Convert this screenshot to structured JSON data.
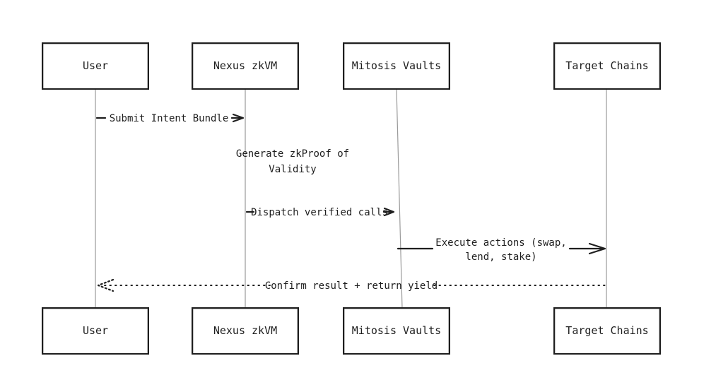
{
  "participants": [
    {
      "label": "User"
    },
    {
      "label": "Nexus zkVM"
    },
    {
      "label": "Mitosis Vaults"
    },
    {
      "label": "Target Chains"
    }
  ],
  "messages": [
    {
      "from": 0,
      "to": 1,
      "style": "solid",
      "lines": [
        "Submit Intent Bundle"
      ]
    },
    {
      "from": 1,
      "to": 1,
      "style": "note",
      "lines": [
        "Generate zkProof of",
        "Validity"
      ]
    },
    {
      "from": 1,
      "to": 2,
      "style": "solid",
      "lines": [
        "Dispatch verified calls"
      ]
    },
    {
      "from": 2,
      "to": 3,
      "style": "solid",
      "lines": [
        "Execute actions (swap,",
        "lend, stake)"
      ]
    },
    {
      "from": 3,
      "to": 0,
      "style": "dotted",
      "lines": [
        "Confirm result + return yield"
      ]
    }
  ]
}
